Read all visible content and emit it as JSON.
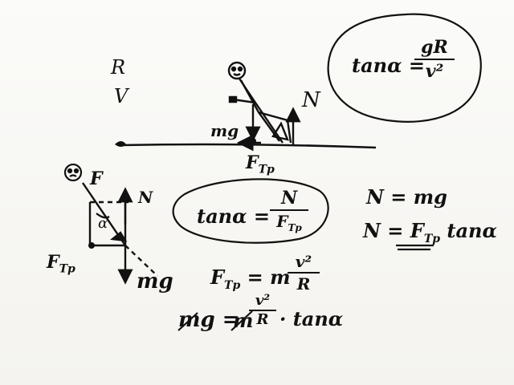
{
  "labels": {
    "R": "R",
    "v": "V",
    "mg_top": "mg",
    "N_top": "N",
    "F_tp_top": "F",
    "F_tp_top_sub": "Tp",
    "F_left": "F",
    "N_left": "N",
    "F_tp_left": "F",
    "F_tp_left_sub": "Tp",
    "mg_left": "mg",
    "alpha": "α"
  },
  "formulas": {
    "circle_top": {
      "lhs": "tanα =",
      "num": "gR",
      "den": "v²"
    },
    "circle_mid": {
      "lhs": "tanα =",
      "num": "N",
      "den": "F",
      "den_sub": "Tp"
    },
    "right_1": "N = mg",
    "right_2_lhs": "N =",
    "right_2_f": "F",
    "right_2_sub": "Tp",
    "right_2_rhs": "tanα",
    "bottom_1_lhs": "F",
    "bottom_1_sub": "Tp",
    "bottom_1_mid": "= m",
    "bottom_1_num": "v²",
    "bottom_1_den": "R",
    "bottom_2_lhs": "mg =",
    "bottom_2_m": "m",
    "bottom_2_num": "v²",
    "bottom_2_den": "R",
    "bottom_2_rhs": "· tanα"
  },
  "colors": {
    "ink": "#111111",
    "board": "#f6f5f2"
  }
}
